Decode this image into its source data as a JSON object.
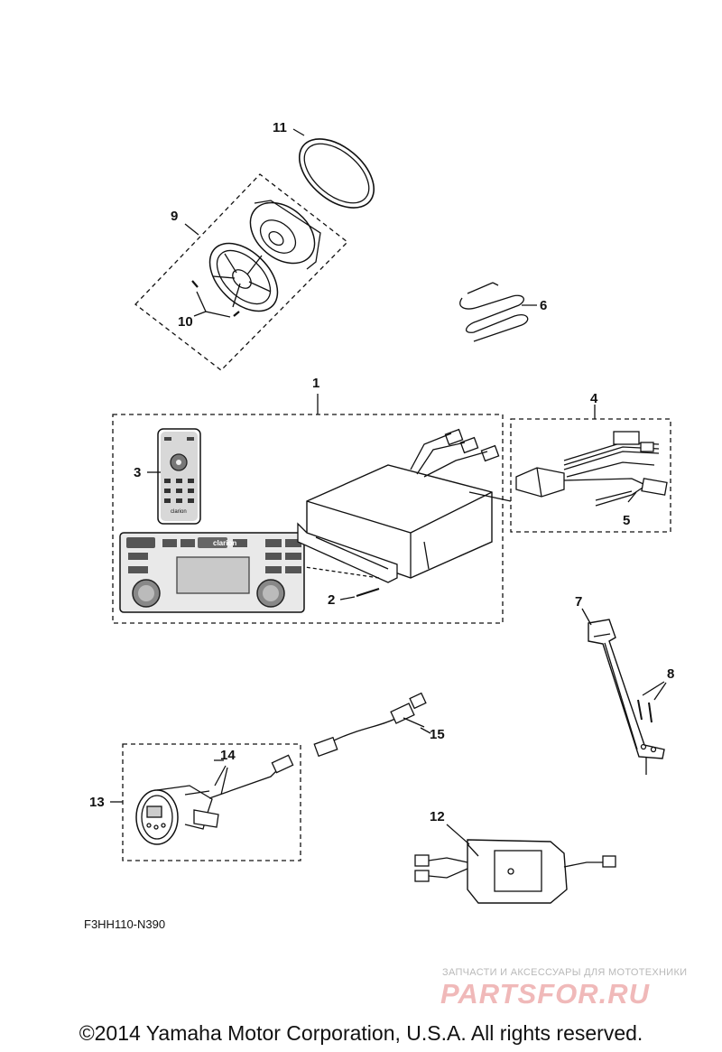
{
  "callouts": [
    "1",
    "2",
    "3",
    "4",
    "5",
    "6",
    "7",
    "8",
    "9",
    "10",
    "11",
    "12",
    "13",
    "14",
    "15"
  ],
  "brand_label": "clarion",
  "remote_brand": "clarion",
  "figure_code": "F3HH110-N390",
  "watermark": {
    "small": "ЗАПЧАСТИ И АКСЕССУАРЫ ДЛЯ МОТОТЕХНИКИ",
    "big": "PARTSFOR.RU"
  },
  "copyright": "©2014 Yamaha Motor Corporation, U.S.A. All rights reserved."
}
